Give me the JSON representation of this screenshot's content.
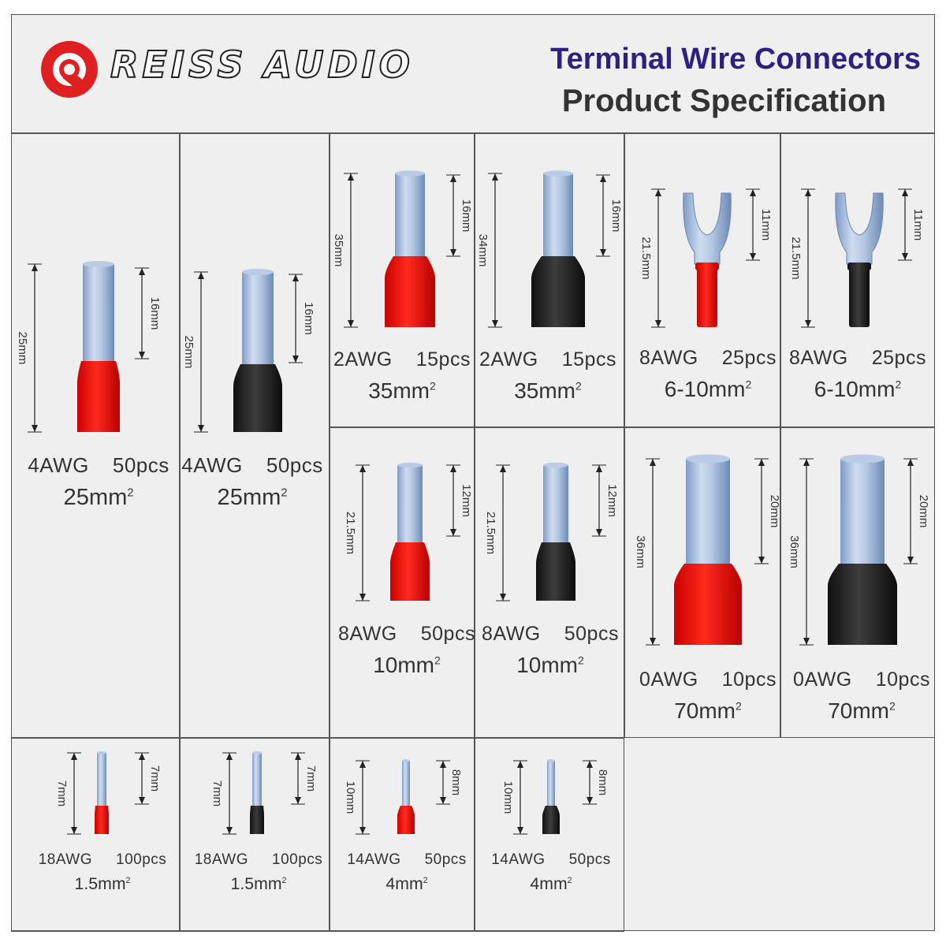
{
  "brand": {
    "name": "REISS AUDIO",
    "logo_icon": "reiss-q-logo-icon",
    "accent": "#e02020"
  },
  "header": {
    "title": "Terminal Wire Connectors",
    "subtitle": "Product Specification",
    "title_color": "#2e1e86",
    "subtitle_color": "#333333"
  },
  "colors": {
    "red": "#e01010",
    "black": "#262626",
    "tube": "#a9bfdc",
    "border": "#555555"
  },
  "items": [
    {
      "id": "a",
      "type": "ferrule",
      "color": "red",
      "awg": "4AWG",
      "qty": "50pcs",
      "size": "25mm",
      "dim_total": "25mm",
      "dim_tube": "16mm"
    },
    {
      "id": "b",
      "type": "ferrule",
      "color": "black",
      "awg": "4AWG",
      "qty": "50pcs",
      "size": "25mm",
      "dim_total": "25mm",
      "dim_tube": "16mm"
    },
    {
      "id": "c",
      "type": "ferrule",
      "color": "red",
      "awg": "2AWG",
      "qty": "15pcs",
      "size": "35mm",
      "dim_total": "35mm",
      "dim_tube": "16mm"
    },
    {
      "id": "d",
      "type": "ferrule",
      "color": "black",
      "awg": "2AWG",
      "qty": "15pcs",
      "size": "35mm",
      "dim_total": "34mm",
      "dim_tube": "16mm"
    },
    {
      "id": "e",
      "type": "fork",
      "color": "red",
      "awg": "8AWG",
      "qty": "25pcs",
      "size": "6-10mm",
      "dim_total": "21.5mm",
      "dim_tube": "11mm"
    },
    {
      "id": "f",
      "type": "fork",
      "color": "black",
      "awg": "8AWG",
      "qty": "25pcs",
      "size": "6-10mm",
      "dim_total": "21.5mm",
      "dim_tube": "11mm"
    },
    {
      "id": "g",
      "type": "ferrule",
      "color": "red",
      "awg": "8AWG",
      "qty": "50pcs",
      "size": "10mm",
      "dim_total": "21.5mm",
      "dim_tube": "12mm"
    },
    {
      "id": "h",
      "type": "ferrule",
      "color": "black",
      "awg": "8AWG",
      "qty": "50pcs",
      "size": "10mm",
      "dim_total": "21.5mm",
      "dim_tube": "12mm"
    },
    {
      "id": "i",
      "type": "ferrule",
      "color": "red",
      "awg": "0AWG",
      "qty": "10pcs",
      "size": "70mm",
      "dim_total": "36mm",
      "dim_tube": "20mm"
    },
    {
      "id": "j",
      "type": "ferrule",
      "color": "black",
      "awg": "0AWG",
      "qty": "10pcs",
      "size": "70mm",
      "dim_total": "36mm",
      "dim_tube": "20mm"
    },
    {
      "id": "k",
      "type": "ferrule",
      "color": "red",
      "awg": "18AWG",
      "qty": "100pcs",
      "size": "1.5mm",
      "dim_total": "7mm",
      "dim_tube": "7mm"
    },
    {
      "id": "l",
      "type": "ferrule",
      "color": "black",
      "awg": "18AWG",
      "qty": "100pcs",
      "size": "1.5mm",
      "dim_total": "7mm",
      "dim_tube": "7mm"
    },
    {
      "id": "m",
      "type": "ferrule",
      "color": "red",
      "awg": "14AWG",
      "qty": "50pcs",
      "size": "4mm",
      "dim_total": "10mm",
      "dim_tube": "8mm"
    },
    {
      "id": "n",
      "type": "ferrule",
      "color": "black",
      "awg": "14AWG",
      "qty": "50pcs",
      "size": "4mm",
      "dim_total": "10mm",
      "dim_tube": "8mm"
    }
  ]
}
